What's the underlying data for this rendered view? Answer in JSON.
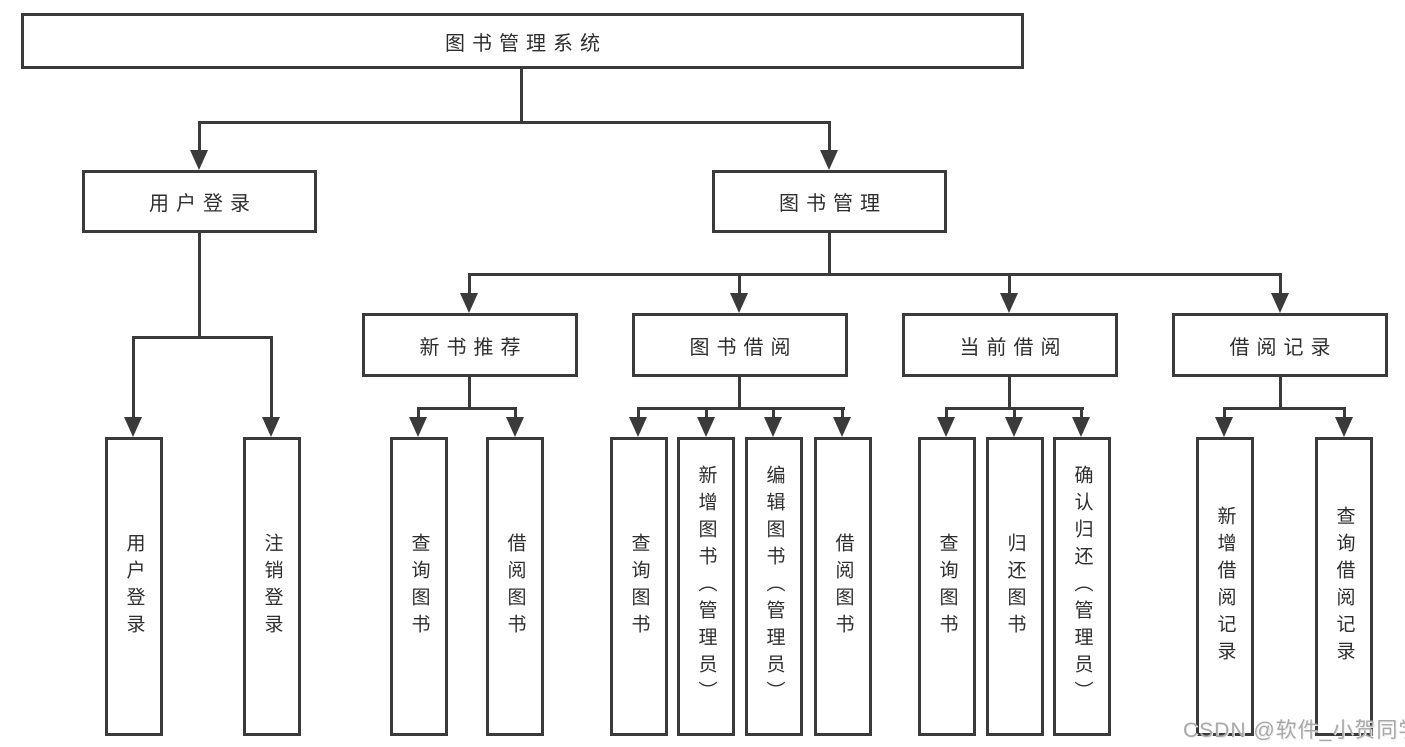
{
  "nodes": {
    "root": "图书管理系统",
    "level1": [
      "用户登录",
      "图书管理"
    ],
    "level2": [
      "新书推荐",
      "图书借阅",
      "当前借阅",
      "借阅记录"
    ],
    "login_children": [
      "用户登录",
      "注销登录"
    ],
    "recommend_children": [
      "查询图书",
      "借阅图书"
    ],
    "borrow_children": [
      "查询图书",
      "新增图书（管理员）",
      "编辑图书（管理员）",
      "借阅图书"
    ],
    "current_children": [
      "查询图书",
      "归还图书",
      "确认归还（管理员）"
    ],
    "records_children": [
      "新增借阅记录",
      "查询借阅记录"
    ]
  },
  "watermark": "CSDN @软件_小贺同学",
  "colors": {
    "line": "#3a3a3a",
    "text": "#2e2e2e",
    "watermark": "#a9a9a9",
    "background": "#ffffff"
  }
}
